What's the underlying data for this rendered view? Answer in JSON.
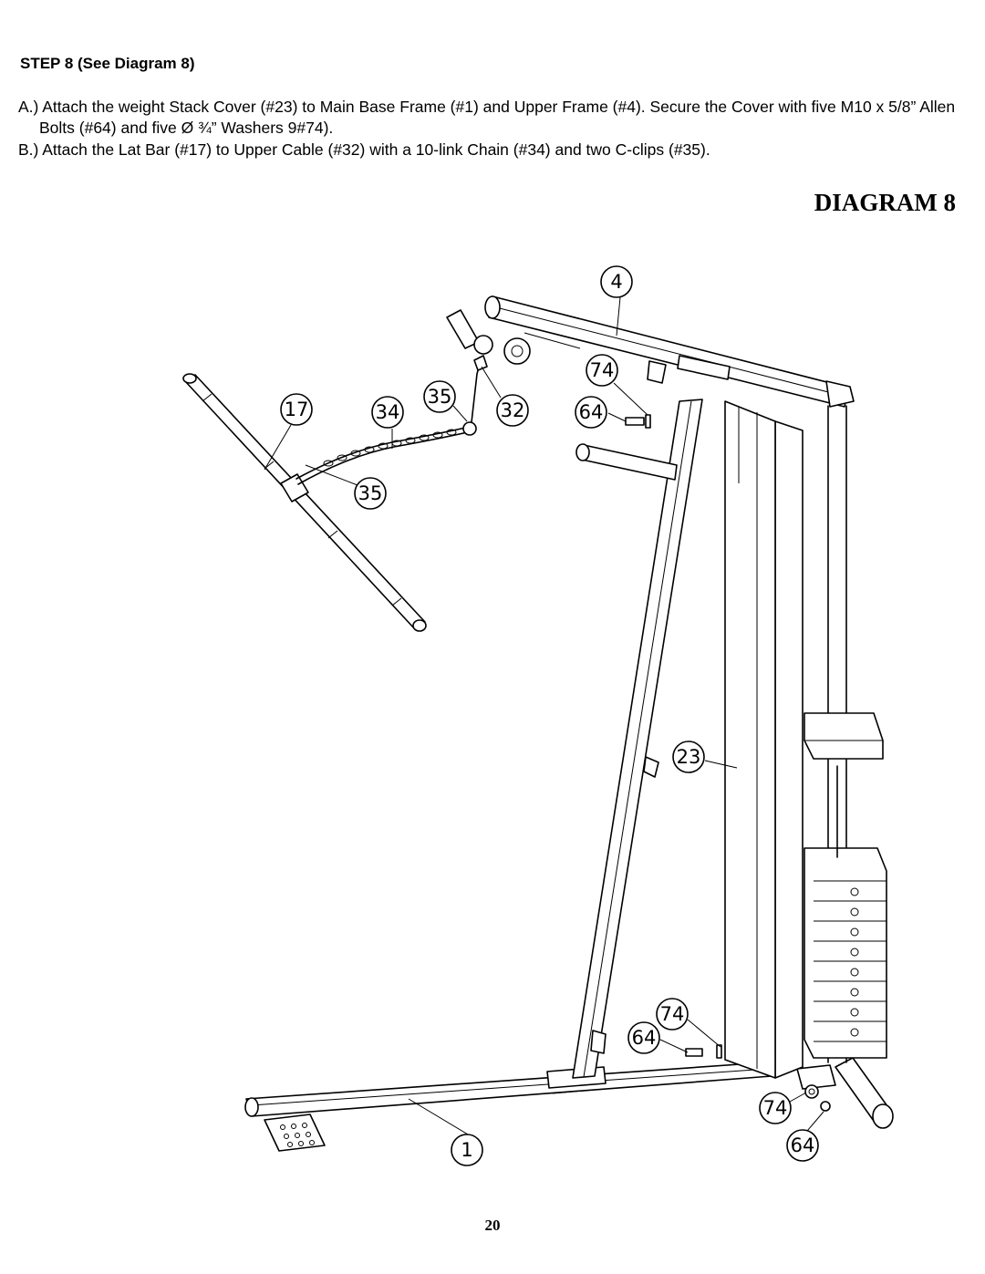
{
  "step": {
    "title": "STEP 8 (See Diagram 8)"
  },
  "instructions": {
    "a": "A.) Attach the weight Stack Cover (#23) to Main Base Frame (#1) and Upper Frame (#4). Secure the Cover with five M10 x 5/8” Allen Bolts (#64) and five Ø ¾” Washers 9#74).",
    "b": "B.) Attach the Lat Bar (#17) to Upper Cable (#32) with a 10-link Chain (#34) and two C-clips (#35)."
  },
  "diagram": {
    "heading": "DIAGRAM 8",
    "callouts": {
      "upper_frame": "4",
      "washer_top": "74",
      "bolt_top": "64",
      "lat_bar": "17",
      "chain": "34",
      "c_clip_top": "35",
      "upper_cable": "32",
      "c_clip_bottom": "35",
      "stack_cover": "23",
      "washer_mid": "74",
      "bolt_mid": "64",
      "base_frame": "1",
      "washer_bottom": "74",
      "bolt_bottom": "64"
    }
  },
  "page": {
    "number": "20"
  }
}
